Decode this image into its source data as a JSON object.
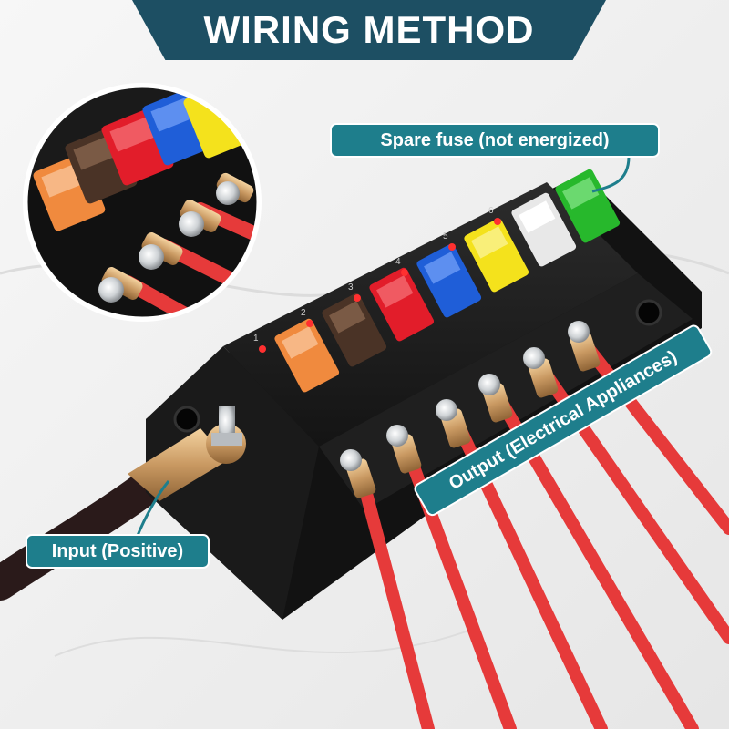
{
  "title": "WIRING METHOD",
  "labels": {
    "spare_fuse": "Spare fuse (not energized)",
    "input": "Input (Positive)",
    "output": "Output (Electrical Appliances)"
  },
  "fuse_numbers": [
    "1",
    "2",
    "3",
    "4",
    "5",
    "6"
  ],
  "colors": {
    "banner": "#1d4f63",
    "label": "#1e7e8c",
    "wire_red": "#e63a3a",
    "wire_black": "#2a1a1a",
    "block": "#1c1c1c",
    "fuse_orange": "#f08a3e",
    "fuse_brown": "#4a3326",
    "fuse_red": "#e21d2a",
    "fuse_blue": "#1f5ed8",
    "fuse_yellow": "#f4e21c",
    "fuse_clear": "#e8e8e8",
    "fuse_green": "#27b82c"
  }
}
